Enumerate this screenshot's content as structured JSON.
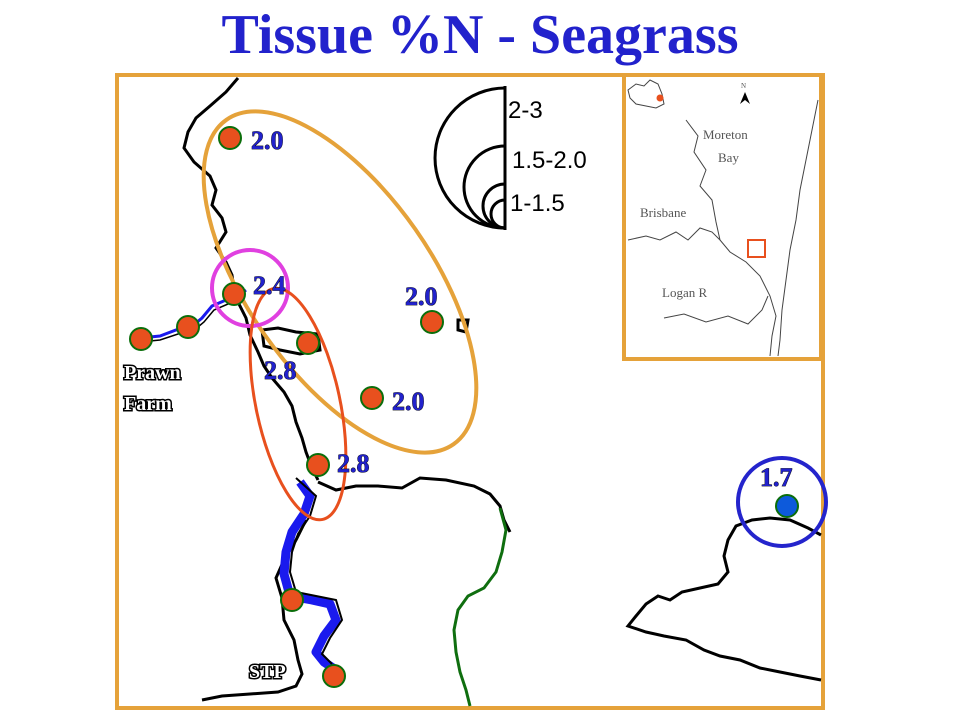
{
  "title": "Tissue %N - Seagrass",
  "legend": {
    "classes": [
      "2-3",
      "1.5-2.0",
      "1-1.5"
    ]
  },
  "sites": [
    {
      "label": "2.0"
    },
    {
      "label": "2.4"
    },
    {
      "label": "2.0"
    },
    {
      "label": "2.8"
    },
    {
      "label": "2.0"
    },
    {
      "label": "2.8"
    },
    {
      "label": "1.7"
    }
  ],
  "place_labels": {
    "prawn_farm_line1": "Prawn",
    "prawn_farm_line2": "Farm",
    "stp": "STP"
  },
  "inset": {
    "north_arrow": "N",
    "moreton_line1": "Moreton",
    "moreton_line2": "Bay",
    "brisbane": "Brisbane",
    "logan": "Logan R"
  },
  "colors": {
    "title": "#2222cc",
    "frame": "#e5a23a",
    "site_dot": "#e8501e",
    "site_highlight": "#0d5adb",
    "ellipse_orange": "#e5a23a",
    "ellipse_magenta": "#e040e0",
    "ellipse_red": "#e8501e",
    "ellipse_blue": "#2424cc",
    "creek_blue": "#1a1aee",
    "channel_green": "#0f6e0f"
  }
}
